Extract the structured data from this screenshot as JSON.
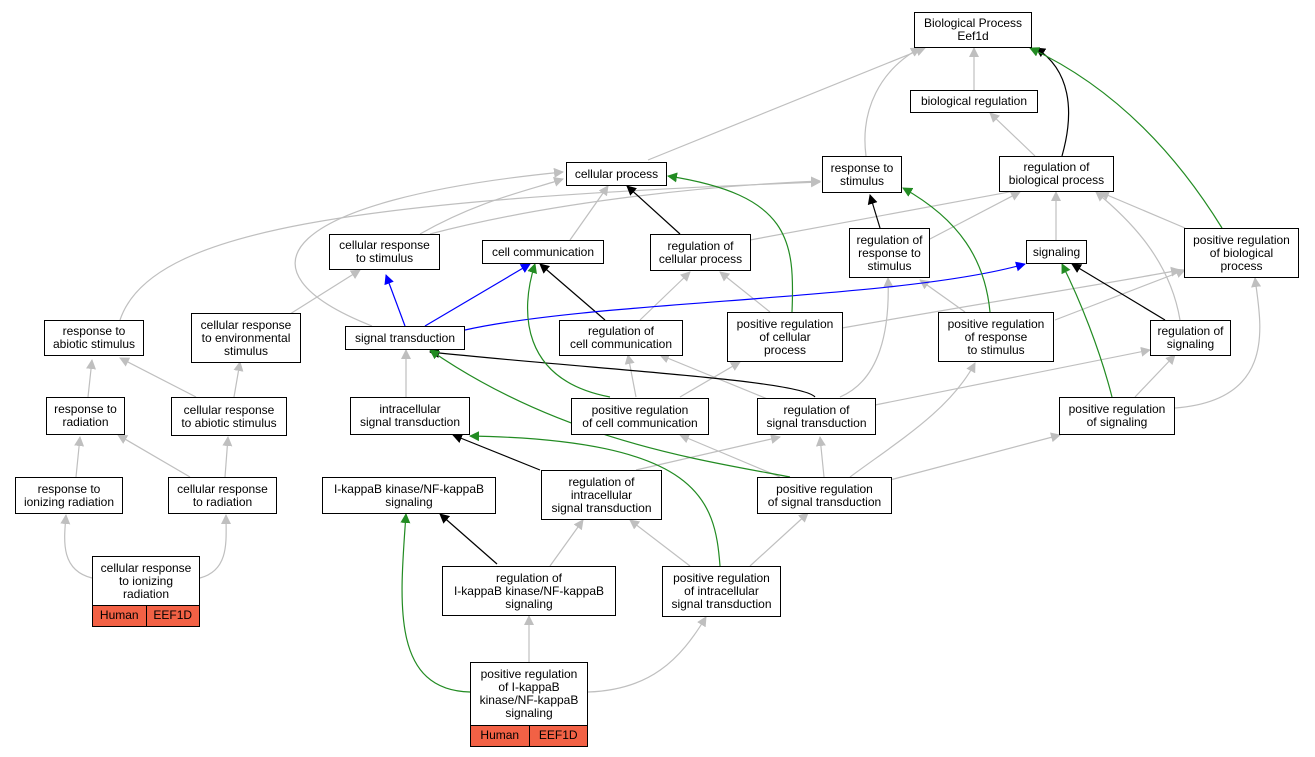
{
  "nodes": {
    "root": "Biological Process\nEef1d",
    "bioreg": "biological regulation",
    "cellproc": "cellular process",
    "resp_stim": "response to\nstimulus",
    "reg_bio": "regulation of\nbiological process",
    "cell_resp_stim": "cellular response\nto stimulus",
    "cell_comm": "cell communication",
    "reg_cell_proc": "regulation of\ncellular process",
    "reg_resp_stim": "regulation of\nresponse to\nstimulus",
    "signaling": "signaling",
    "pos_reg_bio": "positive regulation\nof biological\nprocess",
    "resp_abiotic": "response to\nabiotic stimulus",
    "cell_resp_env": "cellular response\nto environmental\nstimulus",
    "sig_trans": "signal transduction",
    "reg_cell_comm": "regulation of\ncell communication",
    "pos_reg_cell_proc": "positive regulation\nof cellular\nprocess",
    "pos_reg_resp_stim": "positive regulation\nof response\nto stimulus",
    "reg_signaling": "regulation of\nsignaling",
    "resp_rad": "response to\nradiation",
    "cell_resp_abiotic": "cellular response\nto abiotic stimulus",
    "intra_sig": "intracellular\nsignal transduction",
    "pos_reg_cell_comm": "positive regulation\nof cell communication",
    "reg_sig_trans": "regulation of\nsignal transduction",
    "pos_reg_signaling": "positive regulation\nof signaling",
    "resp_ion": "response to\nionizing radiation",
    "cell_resp_rad": "cellular response\nto radiation",
    "ikk": "I-kappaB kinase/NF-kappaB\nsignaling",
    "reg_intra": "regulation of\nintracellular\nsignal transduction",
    "pos_reg_sig_trans": "positive regulation\nof signal transduction",
    "cell_resp_ion": "cellular response\nto ionizing\nradiation",
    "reg_ikk": "regulation of\nI-kappaB kinase/NF-kappaB\nsignaling",
    "pos_reg_intra": "positive regulation\nof intracellular\nsignal transduction",
    "pos_reg_ikk": "positive regulation\nof I-kappaB\nkinase/NF-kappaB\nsignaling"
  },
  "annotations": {
    "cell_resp_ion": {
      "species": "Human",
      "gene": "EEF1D"
    },
    "pos_reg_ikk": {
      "species": "Human",
      "gene": "EEF1D"
    }
  },
  "colors": {
    "is_a": "#bfbfbf",
    "part_of": "#0000ff",
    "regulates": "#000000",
    "positively_regulates": "#228b22",
    "annotation_tag": "#f26145"
  }
}
